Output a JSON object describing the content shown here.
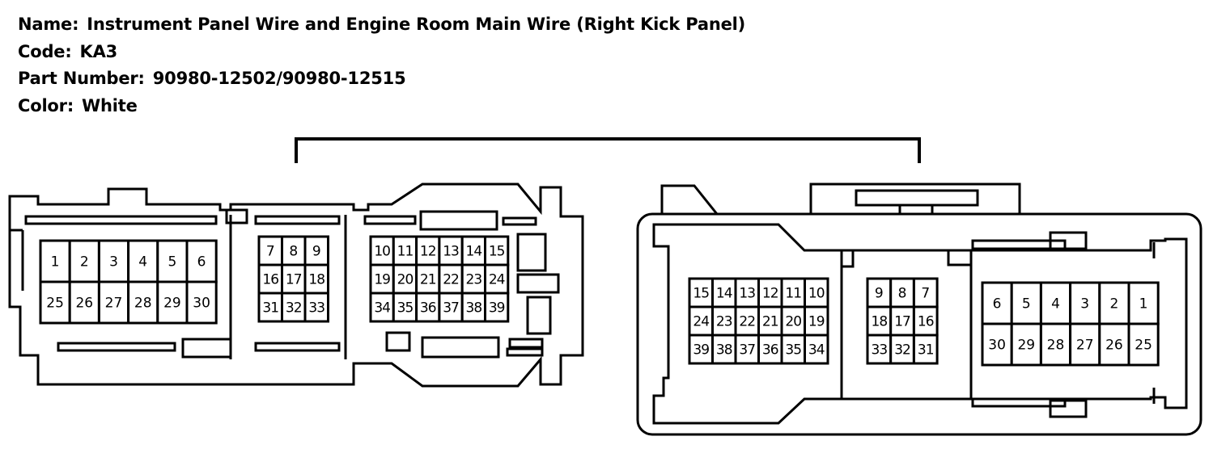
{
  "info": {
    "name_label": "Name:",
    "name_value": "Instrument Panel Wire and Engine Room Main Wire (Right Kick Panel)",
    "code_label": "Code:",
    "code_value": "KA3",
    "part_label": "Part Number:",
    "part_value": "90980-12502/90980-12515",
    "color_label": "Color:",
    "color_value": "White"
  },
  "left_connector": {
    "block_a": [
      [
        "1",
        "2",
        "3",
        "4",
        "5",
        "6"
      ],
      [
        "25",
        "26",
        "27",
        "28",
        "29",
        "30"
      ]
    ],
    "block_b": [
      [
        "7",
        "8",
        "9"
      ],
      [
        "16",
        "17",
        "18"
      ],
      [
        "31",
        "32",
        "33"
      ]
    ],
    "block_c": [
      [
        "10",
        "11",
        "12",
        "13",
        "14",
        "15"
      ],
      [
        "19",
        "20",
        "21",
        "22",
        "23",
        "24"
      ],
      [
        "34",
        "35",
        "36",
        "37",
        "38",
        "39"
      ]
    ]
  },
  "right_connector": {
    "block_a": [
      [
        "15",
        "14",
        "13",
        "12",
        "11",
        "10"
      ],
      [
        "24",
        "23",
        "22",
        "21",
        "20",
        "19"
      ],
      [
        "39",
        "38",
        "37",
        "36",
        "35",
        "34"
      ]
    ],
    "block_b": [
      [
        "9",
        "8",
        "7"
      ],
      [
        "18",
        "17",
        "16"
      ],
      [
        "33",
        "32",
        "31"
      ]
    ],
    "block_c": [
      [
        "6",
        "5",
        "4",
        "3",
        "2",
        "1"
      ],
      [
        "30",
        "29",
        "28",
        "27",
        "26",
        "25"
      ]
    ]
  }
}
